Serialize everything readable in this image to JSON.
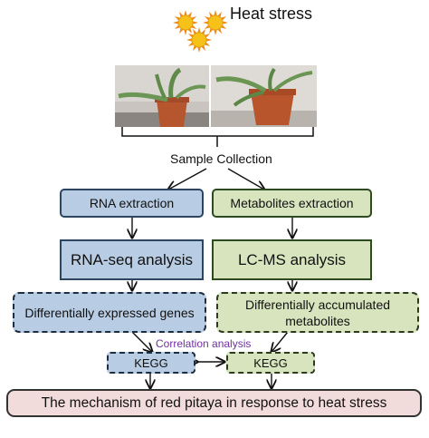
{
  "header": {
    "title": "Heat stress"
  },
  "icons": {
    "sun": "sun-icon",
    "plant_photo": "plant-photo"
  },
  "colors": {
    "blue_fill": "#b8cce4",
    "green_fill": "#d7e4bd",
    "final_fill": "#f2dcdb",
    "correlation_text": "#7030a0",
    "sun_fill": "#f6c21a",
    "sun_ray": "#f08a1a"
  },
  "flow": {
    "sample_collection": "Sample Collection",
    "rna_extraction": "RNA extraction",
    "metabolites_extraction": "Metabolites extraction",
    "rna_seq": "RNA-seq analysis",
    "lc_ms": "LC-MS analysis",
    "deg": "Differentially expressed genes",
    "dam": "Differentially accumulated metabolites",
    "correlation": "Correlation analysis",
    "kegg_left": "KEGG",
    "kegg_right": "KEGG",
    "final": "The mechanism of red pitaya in response to heat stress"
  }
}
